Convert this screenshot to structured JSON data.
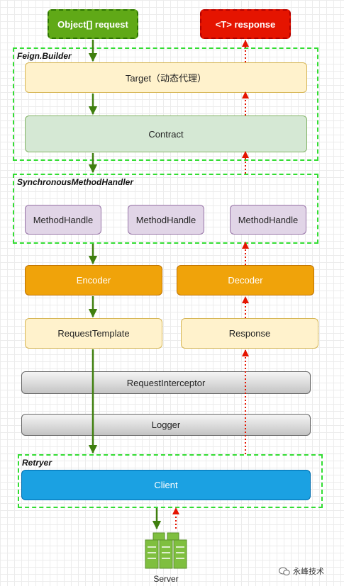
{
  "start": "Object[] request",
  "end": "<T> response",
  "groups": {
    "feign_builder": "Feign.Builder",
    "sync_handler": "SynchronousMethodHandler",
    "retryer": "Retryer"
  },
  "nodes": {
    "target": "Target（动态代理）",
    "contract": "Contract",
    "method_handle_1": "MethodHandle",
    "method_handle_2": "MethodHandle",
    "method_handle_3": "MethodHandle",
    "encoder": "Encoder",
    "decoder": "Decoder",
    "request_template": "RequestTemplate",
    "response": "Response",
    "request_interceptor": "RequestInterceptor",
    "logger": "Logger",
    "client": "Client",
    "server": "Server"
  },
  "colors": {
    "request_arrow": "#3f7f0e",
    "response_arrow": "#e51400",
    "group_border": "#33dd33"
  },
  "icons": {
    "server": "server-rack-icon",
    "watermark": "wechat-logo-icon"
  },
  "watermark": "永峰技术"
}
